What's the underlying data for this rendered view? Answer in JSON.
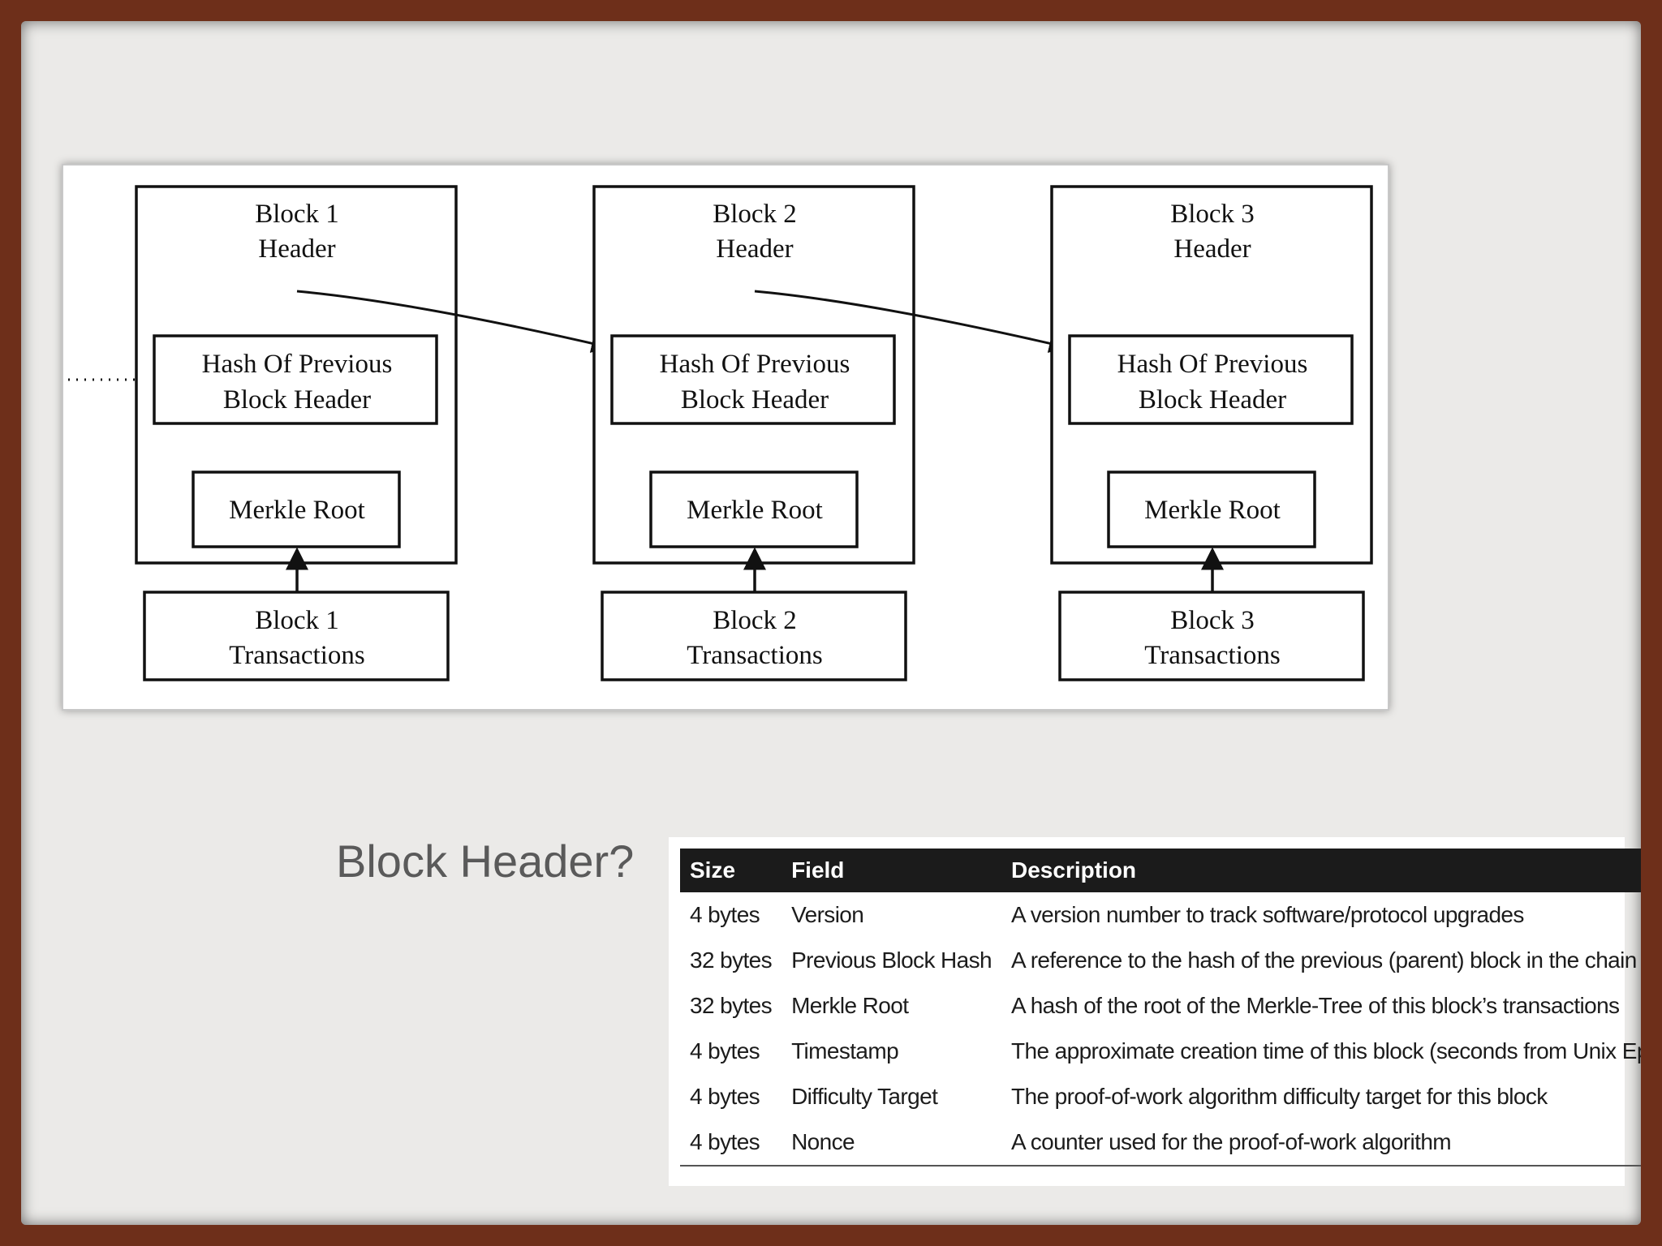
{
  "diagram": {
    "blocks": [
      {
        "header_line1": "Block 1",
        "header_line2": "Header",
        "hash_line1": "Hash Of Previous",
        "hash_line2": "Block Header",
        "merkle": "Merkle Root",
        "tx_line1": "Block 1",
        "tx_line2": "Transactions"
      },
      {
        "header_line1": "Block 2",
        "header_line2": "Header",
        "hash_line1": "Hash Of Previous",
        "hash_line2": "Block Header",
        "merkle": "Merkle Root",
        "tx_line1": "Block 2",
        "tx_line2": "Transactions"
      },
      {
        "header_line1": "Block 3",
        "header_line2": "Header",
        "hash_line1": "Hash Of Previous",
        "hash_line2": "Block Header",
        "merkle": "Merkle Root",
        "tx_line1": "Block 3",
        "tx_line2": "Transactions"
      }
    ]
  },
  "title": "Block Header?",
  "table": {
    "headers": [
      "Size",
      "Field",
      "Description"
    ],
    "rows": [
      [
        "4 bytes",
        "Version",
        "A version number to track software/protocol upgrades"
      ],
      [
        "32 bytes",
        "Previous Block Hash",
        "A reference to the hash of the previous (parent) block in the chain"
      ],
      [
        "32 bytes",
        "Merkle Root",
        "A hash of the root of the Merkle-Tree of this block’s transactions"
      ],
      [
        "4 bytes",
        "Timestamp",
        "The approximate creation time of this block (seconds from Unix Epoch)"
      ],
      [
        "4 bytes",
        "Difficulty Target",
        "The proof-of-work algorithm difficulty target for this block"
      ],
      [
        "4 bytes",
        "Nonce",
        "A counter used for the proof-of-work algorithm"
      ]
    ]
  }
}
